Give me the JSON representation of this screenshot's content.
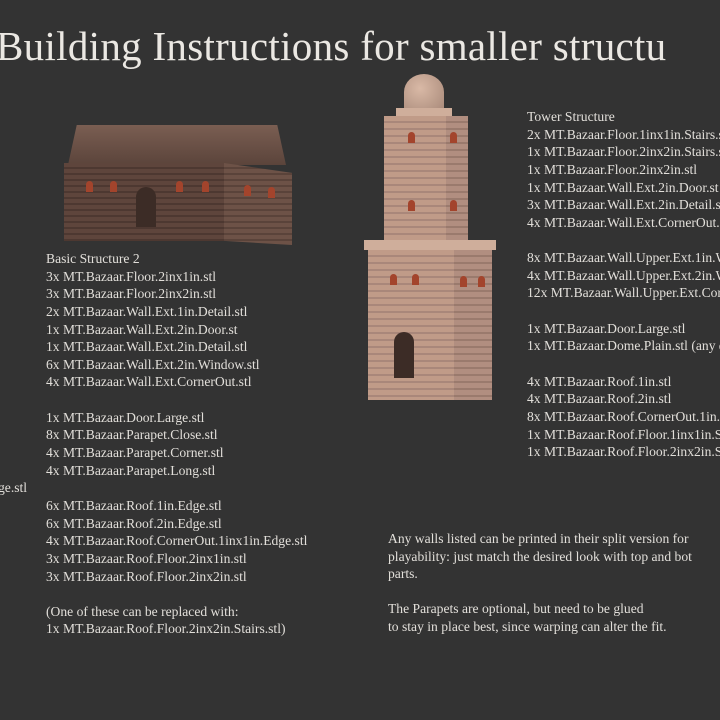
{
  "title": "Building Instructions for smaller structu",
  "basic": {
    "heading": "Basic Structure 2",
    "group1": [
      "3x MT.Bazaar.Floor.2inx1in.stl",
      "3x MT.Bazaar.Floor.2inx2in.stl",
      "2x MT.Bazaar.Wall.Ext.1in.Detail.stl",
      "1x MT.Bazaar.Wall.Ext.2in.Door.st",
      "1x MT.Bazaar.Wall.Ext.2in.Detail.stl",
      "6x MT.Bazaar.Wall.Ext.2in.Window.stl",
      "4x MT.Bazaar.Wall.Ext.CornerOut.stl"
    ],
    "group2": [
      "1x MT.Bazaar.Door.Large.stl",
      "8x MT.Bazaar.Parapet.Close.stl",
      "4x MT.Bazaar.Parapet.Corner.stl",
      "4x MT.Bazaar.Parapet.Long.stl"
    ],
    "group3": [
      "6x MT.Bazaar.Roof.1in.Edge.stl",
      "6x MT.Bazaar.Roof.2in.Edge.stl",
      "4x MT.Bazaar.Roof.CornerOut.1inx1in.Edge.stl",
      "3x MT.Bazaar.Roof.Floor.2inx1in.stl",
      "3x MT.Bazaar.Roof.Floor.2inx2in.stl"
    ],
    "note": [
      "(One of these can be replaced with:",
      "1x MT.Bazaar.Roof.Floor.2inx2in.Stairs.stl)"
    ]
  },
  "cut_fragment": "ge.stl",
  "tower": {
    "heading": "Tower Structure",
    "group1": [
      "2x MT.Bazaar.Floor.1inx1in.Stairs.stl",
      "1x MT.Bazaar.Floor.2inx2in.Stairs.stl",
      "1x MT.Bazaar.Floor.2inx2in.stl",
      "1x MT.Bazaar.Wall.Ext.2in.Door.st",
      "3x MT.Bazaar.Wall.Ext.2in.Detail.stl",
      "4x MT.Bazaar.Wall.Ext.CornerOut.stl"
    ],
    "group2": [
      "8x MT.Bazaar.Wall.Upper.Ext.1in.W",
      "4x MT.Bazaar.Wall.Upper.Ext.2in.W",
      "12x MT.Bazaar.Wall.Upper.Ext.Corn"
    ],
    "group3": [
      "1x MT.Bazaar.Door.Large.stl",
      "1x MT.Bazaar.Dome.Plain.stl (any d"
    ],
    "group4": [
      "4x MT.Bazaar.Roof.1in.stl",
      "4x MT.Bazaar.Roof.2in.stl",
      "8x MT.Bazaar.Roof.CornerOut.1in.",
      "1x MT.Bazaar.Roof.Floor.1inx1in.Sta",
      "1x MT.Bazaar.Roof.Floor.2inx2in.St"
    ]
  },
  "notes": {
    "walls": [
      "Any walls listed can be printed in their split version for",
      "playability: just match the desired look with top and bot",
      "parts."
    ],
    "parapets": [
      "The Parapets are optional, but need to be glued",
      "to stay in place best, since warping can alter the fit."
    ]
  }
}
